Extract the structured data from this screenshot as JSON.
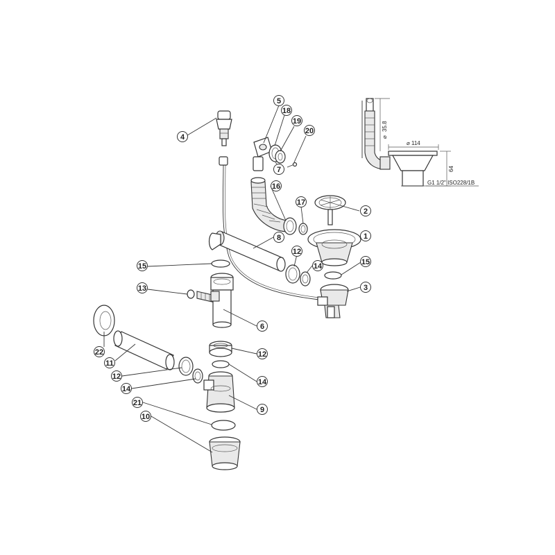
{
  "callouts": [
    {
      "id": "c1",
      "number": "1"
    },
    {
      "id": "c2",
      "number": "2"
    },
    {
      "id": "c3",
      "number": "3"
    },
    {
      "id": "c4",
      "number": "4"
    },
    {
      "id": "c5",
      "number": "5"
    },
    {
      "id": "c6",
      "number": "6"
    },
    {
      "id": "c7",
      "number": "7"
    },
    {
      "id": "c8",
      "number": "8"
    },
    {
      "id": "c9",
      "number": "9"
    },
    {
      "id": "c10",
      "number": "10"
    },
    {
      "id": "c11",
      "number": "11"
    },
    {
      "id": "c12a",
      "number": "12"
    },
    {
      "id": "c12b",
      "number": "12"
    },
    {
      "id": "c12c",
      "number": "12"
    },
    {
      "id": "c13",
      "number": "13"
    },
    {
      "id": "c14a",
      "number": "14"
    },
    {
      "id": "c14b",
      "number": "14"
    },
    {
      "id": "c14c",
      "number": "14"
    },
    {
      "id": "c15a",
      "number": "15"
    },
    {
      "id": "c15b",
      "number": "15"
    },
    {
      "id": "c16",
      "number": "16"
    },
    {
      "id": "c17",
      "number": "17"
    },
    {
      "id": "c18",
      "number": "18"
    },
    {
      "id": "c19",
      "number": "19"
    },
    {
      "id": "c20",
      "number": "20"
    },
    {
      "id": "c21",
      "number": "21"
    },
    {
      "id": "c22",
      "number": "22"
    }
  ],
  "dimensions": {
    "height_label": "35.8",
    "diameter_label": "114",
    "depth_label": "64",
    "thread_label": "G1 1/2\" ISO228/1B"
  }
}
